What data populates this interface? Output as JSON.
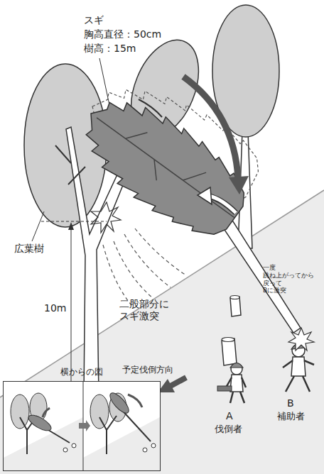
{
  "diagram": {
    "nodes": [
      {
        "text": [
          "横からの図"
        ]
      }
    ],
    "labels": [
      "スギ",
      "胸高直径：50cm",
      "樹高：15m",
      "広葉樹",
      "10m",
      "二股部分に スギ激突",
      "一度 跳ね上がってから 戻って Bに激突",
      "予定伐倒方向",
      "A",
      "伐倒者",
      "B",
      "補助者"
    ]
  }
}
